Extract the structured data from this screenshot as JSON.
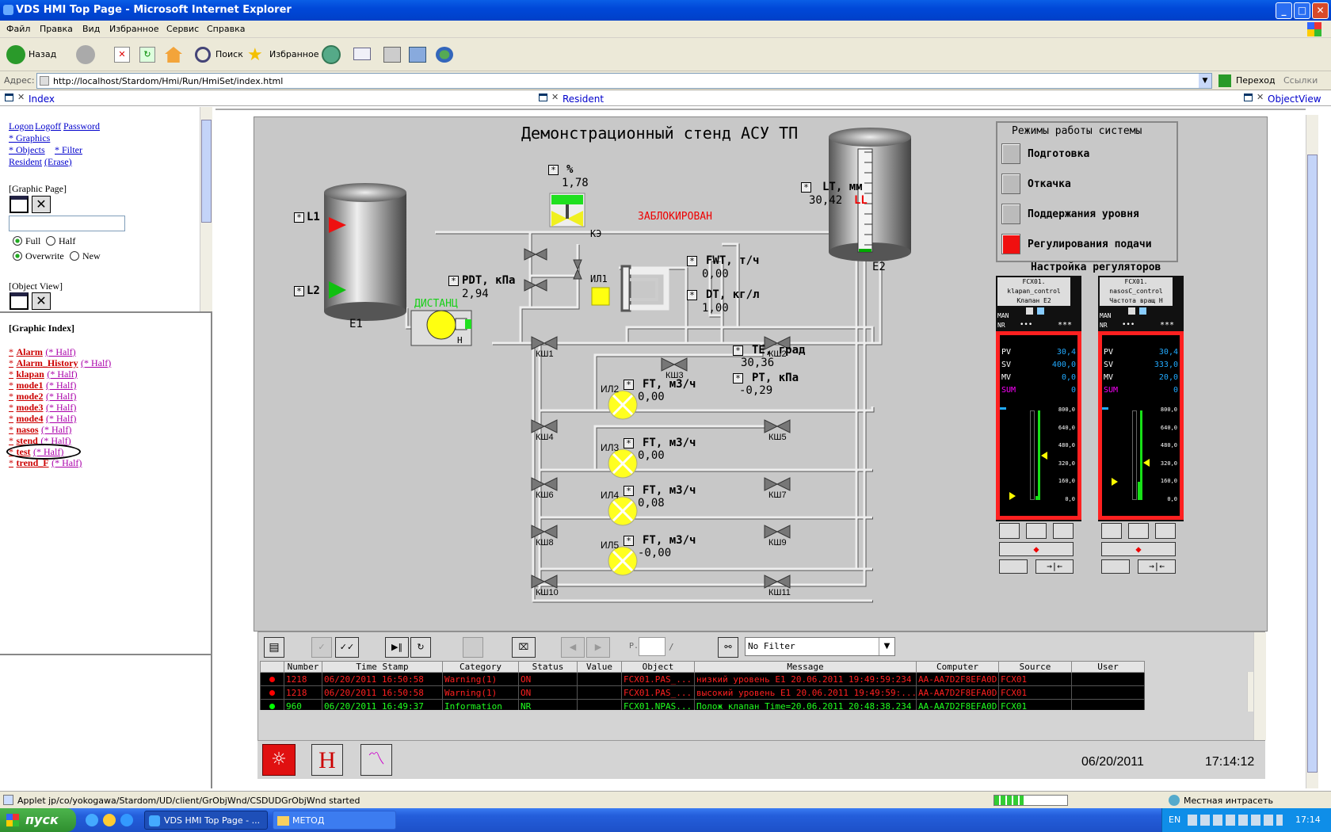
{
  "window": {
    "title": "VDS HMI Top Page - Microsoft Internet Explorer",
    "min": "_",
    "max": "□",
    "close": "✕"
  },
  "menu": [
    "Файл",
    "Правка",
    "Вид",
    "Избранное",
    "Сервис",
    "Справка"
  ],
  "toolbar": {
    "back": "Назад",
    "search": "Поиск",
    "favorites": "Избранное"
  },
  "address": {
    "label": "Адрес:",
    "url": "http://localhost/Stardom/Hmi/Run/HmiSet/index.html",
    "go": "Переход",
    "links": "Ссылки"
  },
  "frames": {
    "left": "Index",
    "center": "Resident",
    "right": "ObjectView"
  },
  "leftpane": {
    "logon": "Logon",
    "logoff": "Logoff",
    "password": "Password",
    "graphics": "* Graphics",
    "objects": "* Objects",
    "filter": "* Filter",
    "resident": "Resident",
    "erase": "(Erase)",
    "graphic_page": "[Graphic Page]",
    "full": "Full",
    "half": "Half",
    "overwrite": "Overwrite",
    "new": "New",
    "object_view": "[Object View]",
    "graphic_index": "[Graphic Index]",
    "index_items": [
      {
        "name": "Alarm",
        "half": "(* Half)"
      },
      {
        "name": "Alarm_History",
        "half": "(* Half)"
      },
      {
        "name": "klapan",
        "half": "(* Half)"
      },
      {
        "name": "mode1",
        "half": "(* Half)"
      },
      {
        "name": "mode2",
        "half": "(* Half)"
      },
      {
        "name": "mode3",
        "half": "(* Half)"
      },
      {
        "name": "mode4",
        "half": "(* Half)"
      },
      {
        "name": "nasos",
        "half": "(* Half)"
      },
      {
        "name": "stend",
        "half": "(* Half)"
      },
      {
        "name": "test",
        "half": "(* Half)"
      },
      {
        "name": "trend_F",
        "half": "(* Half)"
      }
    ],
    "star": "*"
  },
  "hmi": {
    "title": "Демонстрационный стенд АСУ ТП",
    "star": "*",
    "tanks": {
      "e1": "E1",
      "e2": "E2",
      "l1": "L1",
      "l2": "L2"
    },
    "pct": {
      "label": "%",
      "value": "1,78"
    },
    "lt": {
      "label": "LT, мм",
      "value": "30,42",
      "flag": "LL"
    },
    "locked": "ЗАБЛОКИРОВАН",
    "k9": "КЭ",
    "pdt": {
      "label": "PDT, кПа",
      "value": "2,94"
    },
    "distanc": "ДИСТАНЦ",
    "pump_h": "Н",
    "il1": "ИЛ1",
    "fwt": {
      "label": "FWT, т/ч",
      "value": "0,00"
    },
    "dt": {
      "label": "DT, кг/л",
      "value": "1,00"
    },
    "te": {
      "label": "TE, град",
      "value": "30,36"
    },
    "pt": {
      "label": "PT, кПа",
      "value": "-0,29"
    },
    "valves": [
      "КШ1",
      "КШ2",
      "КШ3",
      "КШ4",
      "КШ5",
      "КШ6",
      "КШ7",
      "КШ8",
      "КШ9",
      "КШ10",
      "КШ11"
    ],
    "meters": [
      {
        "name": "ИЛ2",
        "label": "FT, м3/ч",
        "value": "0,00"
      },
      {
        "name": "ИЛ3",
        "label": "FT, м3/ч",
        "value": "0,00"
      },
      {
        "name": "ИЛ4",
        "label": "FT, м3/ч",
        "value": "0,08"
      },
      {
        "name": "ИЛ5",
        "label": "FT, м3/ч",
        "value": "-0,00"
      }
    ],
    "modes": {
      "title": "Режимы работы системы",
      "items": [
        "Подготовка",
        "Откачка",
        "Поддержания уровня",
        "Регулирования подачи"
      ]
    },
    "reg_title": "Настройка регуляторов",
    "faceplates": [
      {
        "tag": "FCX01.",
        "name": "klapan_control",
        "desc": "Клапан E2",
        "mode": "MAN",
        "status": "NR",
        "dots": "•••",
        "stars": "***",
        "pv": "30,4",
        "sv": "400,0",
        "mv": "0,0",
        "sum": "0",
        "scale": [
          "800,0",
          "640,0",
          "480,0",
          "320,0",
          "160,0",
          "0,0"
        ],
        "pv_frac": 0.04,
        "sv_frac": 0.5
      },
      {
        "tag": "FCX01.",
        "name": "nasosC_control",
        "desc": "Частота вращ Н",
        "mode": "MAN",
        "status": "NR",
        "dots": "•••",
        "stars": "***",
        "pv": "30,4",
        "sv": "333,0",
        "mv": "20,0",
        "sum": "0",
        "scale": [
          "800,0",
          "640,0",
          "480,0",
          "320,0",
          "160,0",
          "0,0"
        ],
        "pv_frac": 0.2,
        "sv_frac": 0.42
      }
    ],
    "pv_l": "PV",
    "sv_l": "SV",
    "mv_l": "MV",
    "sum_l": "SUM"
  },
  "alarm": {
    "page_label": "P.",
    "slash": "/",
    "filter": "No Filter",
    "columns": [
      "Number",
      "Time Stamp",
      "Category",
      "Status",
      "Value",
      "Object",
      "Message",
      "Computer",
      "Source",
      "User"
    ],
    "rows": [
      {
        "color": "#ff2020",
        "dot": "#ff0000",
        "cells": [
          "1218",
          "06/20/2011 16:50:58",
          "Warning(1)",
          "ON",
          "",
          "FCX01.PAS_...",
          "низкий уровень E1 20.06.2011 19:49:59:234",
          "AA-AA7D2F8EFA0D",
          "FCX01",
          ""
        ]
      },
      {
        "color": "#ff2020",
        "dot": "#ff0000",
        "cells": [
          "1218",
          "06/20/2011 16:50:58",
          "Warning(1)",
          "ON",
          "",
          "FCX01.PAS_...",
          "высокий уровень E1 20.06.2011 19:49:59:...",
          "AA-AA7D2F8EFA0D",
          "FCX01",
          ""
        ]
      },
      {
        "color": "#20ff20",
        "dot": "#00ff00",
        "cells": [
          "960",
          "06/20/2011 16:49:37",
          "Information",
          "NR",
          "",
          "FCX01.NPAS...",
          "Полож клапан Time=20.06.2011 20:48:38.234",
          "AA-AA7D2F8EFA0D",
          "FCX01",
          ""
        ]
      }
    ]
  },
  "footer": {
    "date": "06/20/2011",
    "time": "17:14:12",
    "h": "H"
  },
  "statusbar": {
    "text": "Applet jp/co/yokogawa/Stardom/UD/client/GrObjWnd/CSDUDGrObjWnd started",
    "zone": "Местная интрасеть"
  },
  "taskbar": {
    "start": "пуск",
    "tasks": [
      "VDS HMI Top Page - ...",
      "МЕТОД"
    ],
    "lang": "EN",
    "clock": "17:14"
  },
  "colors": {
    "hmi_bg": "#c8c8c8",
    "face_red": "#ff2020",
    "green": "#18d018",
    "yellow": "#ffff00"
  }
}
